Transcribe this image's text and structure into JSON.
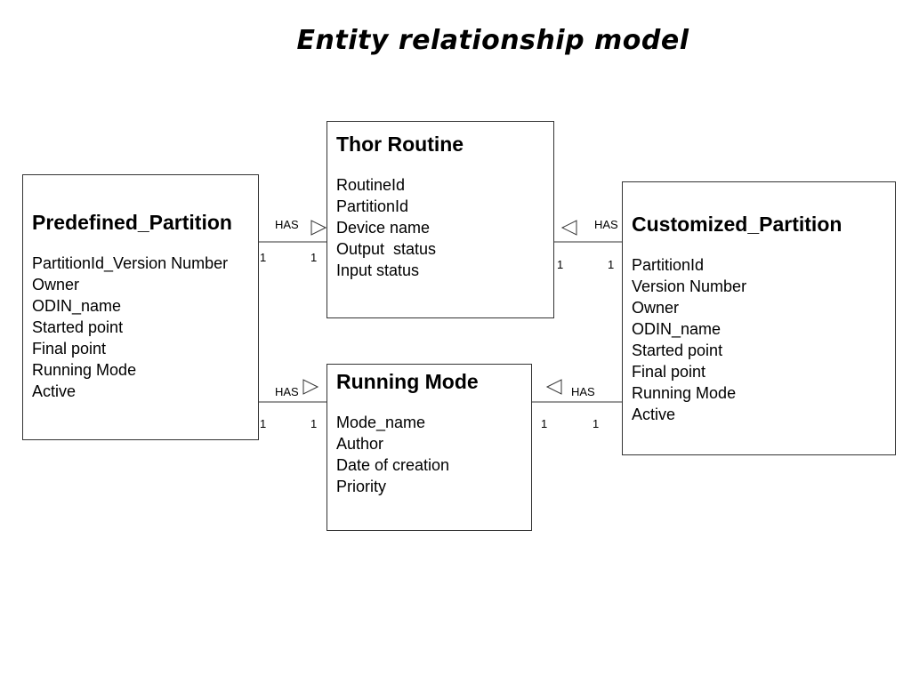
{
  "title": "Entity relationship model",
  "entities": {
    "thor_routine": {
      "name": "Thor Routine",
      "attributes": [
        "RoutineId",
        "PartitionId",
        "Device name",
        "Output  status",
        "Input status"
      ]
    },
    "predefined_partition": {
      "name": "Predefined_Partition",
      "attributes": [
        "PartitionId_Version Number",
        "Owner",
        "ODIN_name",
        "Started point",
        "Final point",
        "Running Mode",
        "Active"
      ]
    },
    "customized_partition": {
      "name": "Customized_Partition",
      "attributes": [
        "PartitionId",
        "Version Number",
        "Owner",
        "ODIN_name",
        "Started point",
        "Final point",
        "Running Mode",
        "Active"
      ]
    },
    "running_mode": {
      "name": "Running Mode",
      "attributes": [
        "Mode_name",
        "Author",
        "Date of creation",
        "Priority"
      ]
    }
  },
  "relationships": [
    {
      "from": "Predefined_Partition",
      "to": "Thor Routine",
      "label": "HAS",
      "card_from": "1",
      "card_to": "1"
    },
    {
      "from": "Customized_Partition",
      "to": "Thor Routine",
      "label": "HAS",
      "card_from": "1",
      "card_to": "1"
    },
    {
      "from": "Predefined_Partition",
      "to": "Running Mode",
      "label": "HAS",
      "card_from": "1",
      "card_to": "1"
    },
    {
      "from": "Customized_Partition",
      "to": "Running Mode",
      "label": "HAS",
      "card_from": "1",
      "card_to": "1"
    }
  ]
}
